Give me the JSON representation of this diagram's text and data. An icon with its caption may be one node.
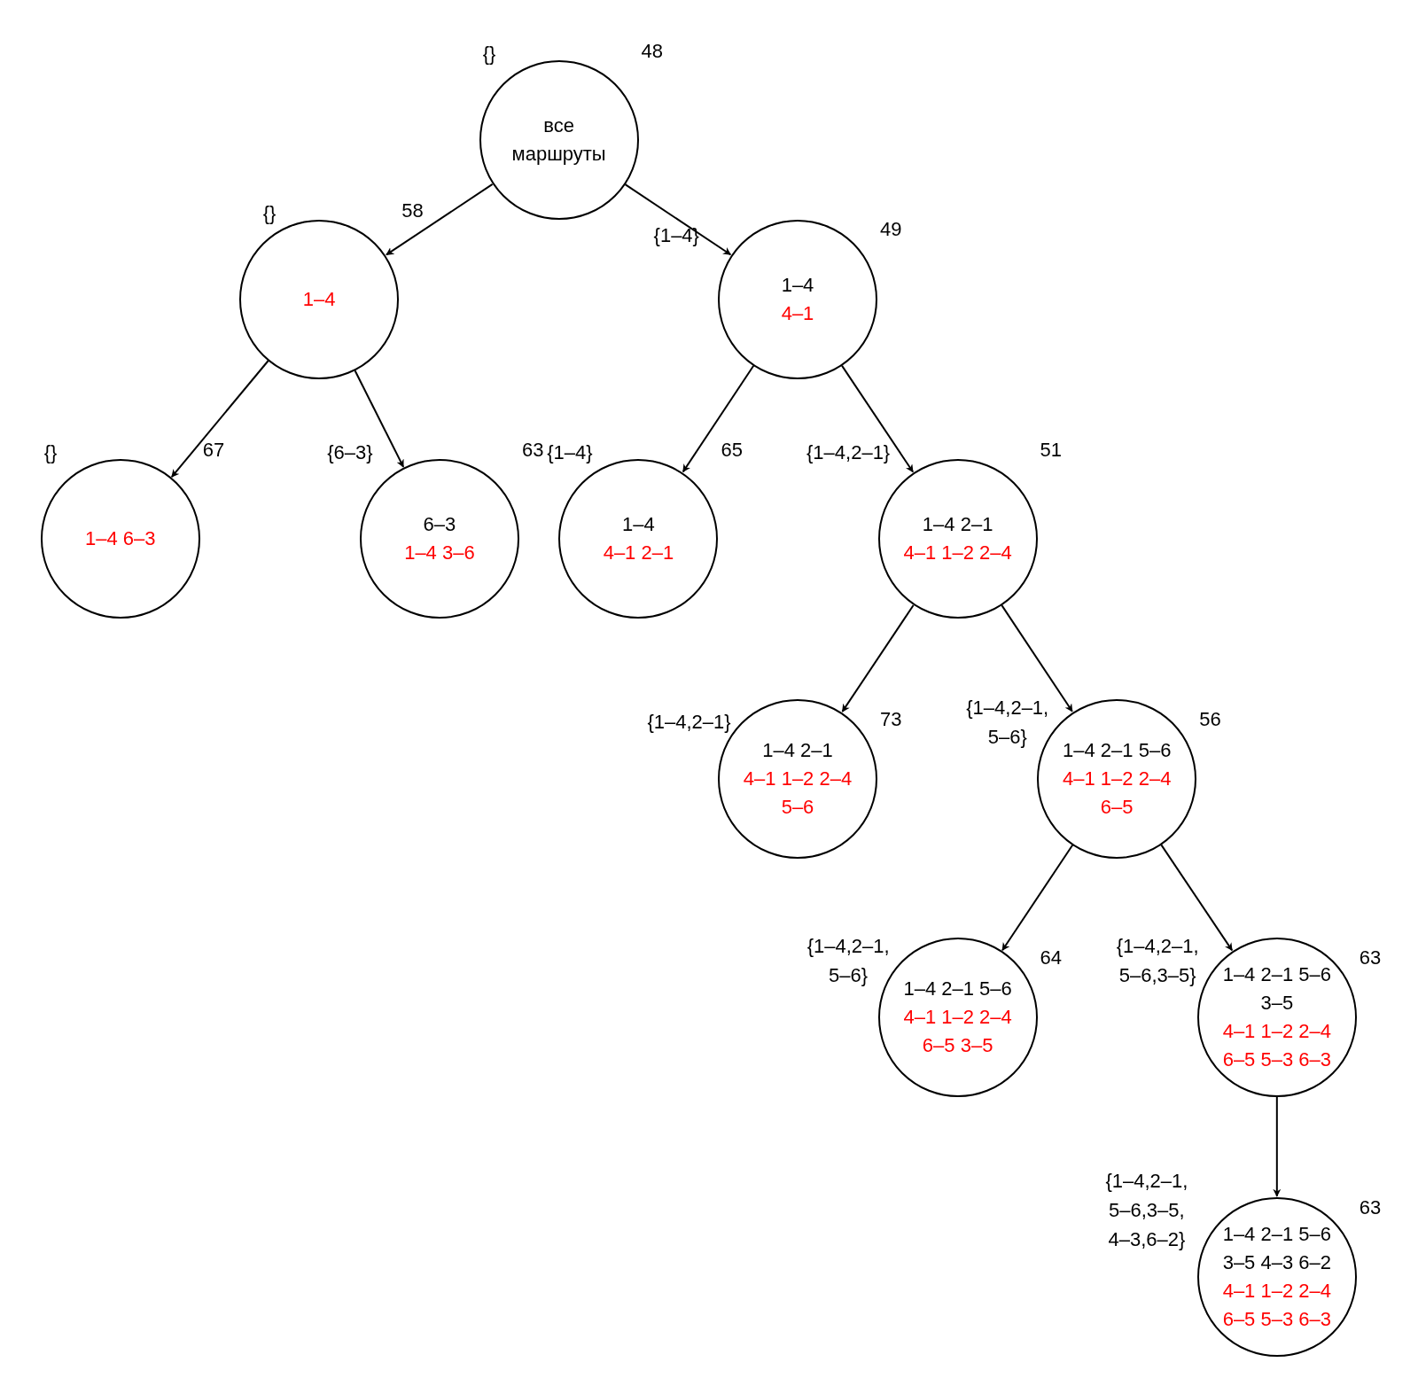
{
  "diagram": {
    "nodes": [
      {
        "text": [
          "все маршруты"
        ],
        "beside": [
          "{}",
          "48"
        ]
      },
      {
        "text": [
          "1–4"
        ],
        "beside": [
          "{}",
          "58"
        ]
      },
      {
        "text": [
          "1–4",
          "4–1"
        ],
        "beside": [
          "{1–4}",
          "49"
        ]
      },
      {
        "text": [
          "1–4 6–3"
        ],
        "beside": [
          "{}",
          "67"
        ]
      },
      {
        "text": [
          "6–3",
          "1–4 3–6"
        ],
        "beside": [
          "{6–3}",
          "63"
        ]
      },
      {
        "text": [
          "1–4",
          "4–1 2–1"
        ],
        "beside": [
          "{1–4}",
          "65"
        ]
      },
      {
        "text": [
          "1–4 2–1",
          "4–1 1–2 2–4"
        ],
        "beside": [
          "{1–4,2–1}",
          "51"
        ]
      },
      {
        "text": [
          "1–4 2–1",
          "4–1 1–2 2–4 5–6"
        ],
        "beside": [
          "{1–4,2–1}",
          "73"
        ]
      },
      {
        "text": [
          "1–4 2–1 5–6",
          "4–1 1–2 2–4 6–5"
        ],
        "beside": [
          "{1–4,2–1, 5–6}",
          "56"
        ]
      },
      {
        "text": [
          "1–4 2–1 5–6",
          "4–1 1–2 2–4 6–5 3–5"
        ],
        "beside": [
          "{1–4,2–1, 5–6}",
          "64"
        ]
      },
      {
        "text": [
          "1–4 2–1 5–6 3–5",
          "4–1 1–2 2–4 6–5 5–3 6–3"
        ],
        "beside": [
          "{1–4,2–1, 5–6,3–5}",
          "63"
        ]
      },
      {
        "text": [
          "1–4 2–1 5–6 3–5 4–3 6–2",
          "4–1 1–2 2–4 6–5 5–3 6–3"
        ],
        "beside": [
          "{1–4,2–1, 5–6,3–5, 4–3,6–2}",
          "63"
        ]
      }
    ],
    "edges": [
      {
        "from": 0,
        "to": 1,
        "arrow": "to"
      },
      {
        "from": 0,
        "to": 2,
        "arrow": "to"
      },
      {
        "from": 1,
        "to": 3,
        "arrow": "to"
      },
      {
        "from": 1,
        "to": 4,
        "arrow": "to"
      },
      {
        "from": 2,
        "to": 5,
        "arrow": "to"
      },
      {
        "from": 2,
        "to": 6,
        "arrow": "to"
      },
      {
        "from": 6,
        "to": 7,
        "arrow": "to"
      },
      {
        "from": 6,
        "to": 8,
        "arrow": "to"
      },
      {
        "from": 8,
        "to": 9,
        "arrow": "to"
      },
      {
        "from": 8,
        "to": 10,
        "arrow": "to"
      },
      {
        "from": 10,
        "to": 11,
        "arrow": "to"
      }
    ]
  }
}
